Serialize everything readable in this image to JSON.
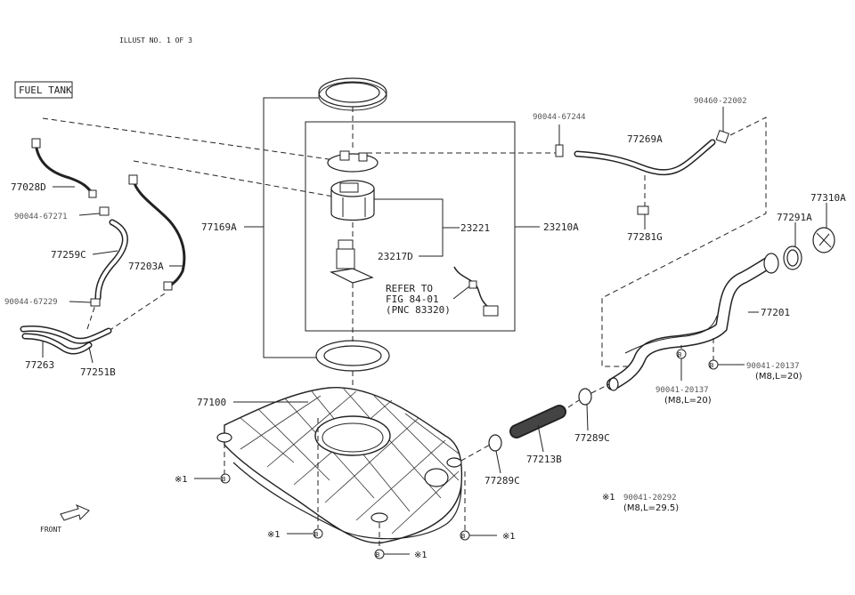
{
  "header": {
    "illust_no": "ILLUST NO. 1 OF 3",
    "section": "FUEL TANK"
  },
  "parts": {
    "p77028D": "77028D",
    "p90044_67271": "90044-67271",
    "p77259C": "77259C",
    "p77203A": "77203A",
    "p90044_67229": "90044-67229",
    "p77263": "77263",
    "p77251B": "77251B",
    "p77169A": "77169A",
    "p23221": "23221",
    "p23210A": "23210A",
    "p23217D": "23217D",
    "refer1": "REFER TO",
    "refer2": "FIG 84-01",
    "refer3": "(PNC 83320)",
    "p90044_67244": "90044-67244",
    "p77269A": "77269A",
    "p90460_22002": "90460-22002",
    "p77281G": "77281G",
    "p77310A": "77310A",
    "p77291A": "77291A",
    "p77201": "77201",
    "p90041_20137a": "90041-20137",
    "m8_20a": "(M8,L=20)",
    "p90041_20137b": "90041-20137",
    "m8_20b": "(M8,L=20)",
    "p77100": "77100",
    "p77289C_a": "77289C",
    "p77213B": "77213B",
    "p77289C_b": "77289C",
    "note_mark": "※1",
    "p90041_20292": "90041-20292",
    "m8_295": "(M8,L=29.5)",
    "front": "FRONT",
    "bolt_b": "B"
  }
}
